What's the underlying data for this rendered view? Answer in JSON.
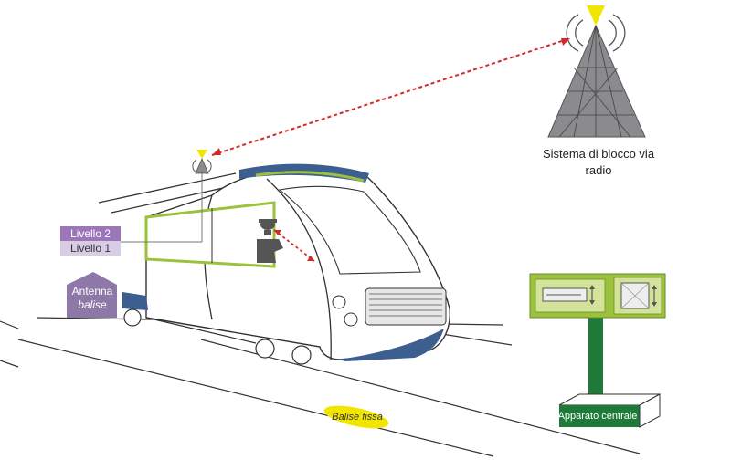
{
  "radio_block": {
    "label": "Sistema di blocco via radio"
  },
  "levels": {
    "level2": "Livello 2",
    "level1": "Livello 1"
  },
  "antenna": {
    "label_line1": "Antenna",
    "label_line2": "balise"
  },
  "balise": {
    "label": "Balise fissa"
  },
  "central": {
    "label": "Apparato centrale"
  },
  "colors": {
    "train_accent": "#9bc23c",
    "train_blue": "#3d5f8f",
    "tower_gray": "#8a8a8f",
    "signal_yellow": "#f2e600",
    "radio_link": "#d62828",
    "cabinet_green": "#9bc23c",
    "post_green": "#1f7a3a",
    "level2_purple": "#9b76b8",
    "level1_lilac": "#d9cde6",
    "antenna_purple": "#8e78a8"
  },
  "icons": [
    "antenna-icon",
    "radio-tower-icon",
    "driver-icon",
    "balise-icon",
    "interlocking-cabinet-icon"
  ]
}
